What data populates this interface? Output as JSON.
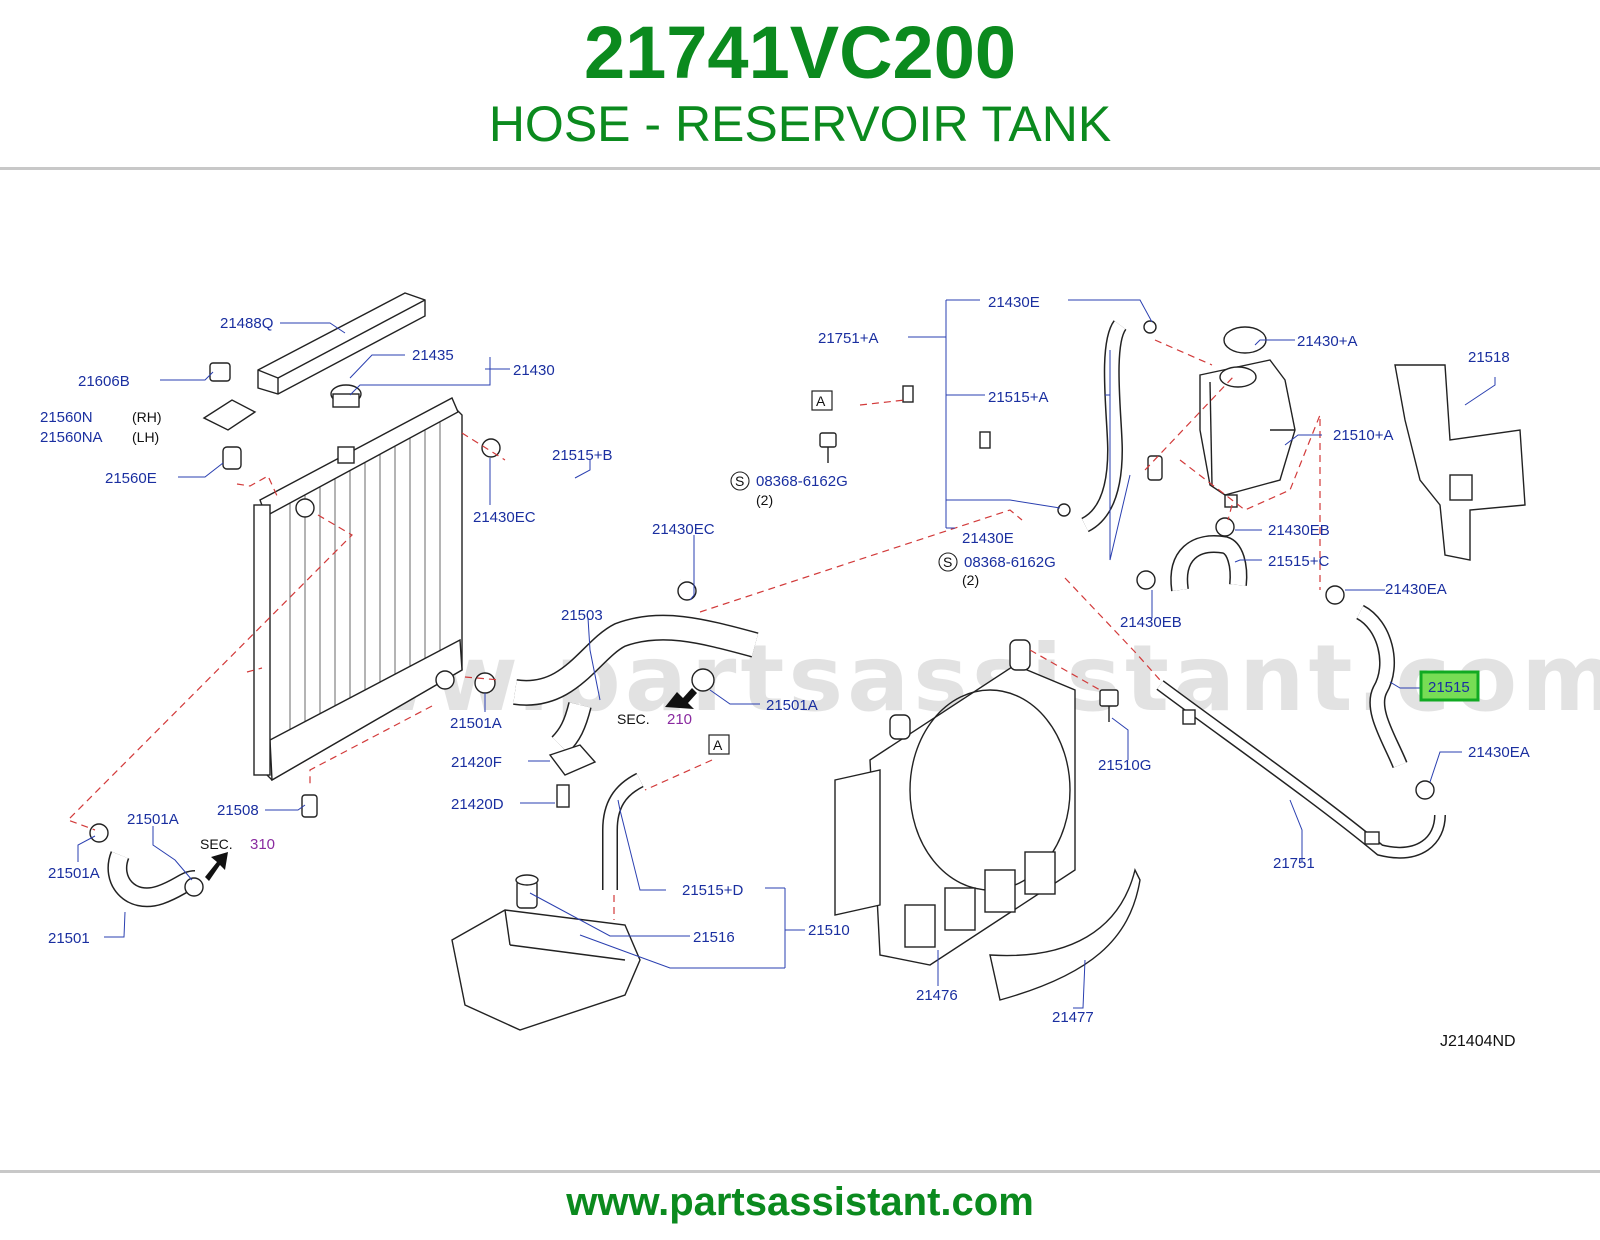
{
  "header": {
    "part_number": "21741VC200",
    "part_name": "HOSE - RESERVOIR TANK"
  },
  "footer": {
    "site": "www.partsassistant.com"
  },
  "diagram": {
    "watermark": "www.partsassistant.com",
    "code": "J21404ND",
    "highlighted_part": "21515",
    "colors": {
      "brand": "#0b8a1e",
      "label": "#1a2fa0",
      "leader_dash": "#d23a3a",
      "section_ref": "#8a2aa0",
      "highlight_fill": "#77dd55"
    },
    "labels": {
      "l21488Q": "21488Q",
      "l21435": "21435",
      "l21430": "21430",
      "l21606B": "21606B",
      "l21560N": "21560N",
      "l21560NA": "21560NA",
      "rh": "(RH)",
      "lh": "(LH)",
      "l21560E": "21560E",
      "l21515B": "21515+B",
      "l21430EC_a": "21430EC",
      "l21430EC_b": "21430EC",
      "l21503": "21503",
      "sec210": "SEC.",
      "n210": "210",
      "l21501A_a": "21501A",
      "l21501A_b": "21501A",
      "l21501A_c": "21501A",
      "l21501A_d": "21501A",
      "l21420F": "21420F",
      "l21420D": "21420D",
      "l21508": "21508",
      "sec310": "SEC.",
      "n310": "310",
      "l21501": "21501",
      "l21515D": "21515+D",
      "l21516": "21516",
      "l21510": "21510",
      "l21430E_a": "21430E",
      "l21751A": "21751+A",
      "l21515A": "21515+A",
      "boxA": "A",
      "boxA2": "A",
      "s1": "S",
      "bolt1": "08368-6162G",
      "q1": "(2)",
      "l21430E_b": "21430E",
      "s2": "S",
      "bolt2": "08368-6162G",
      "q2": "(2)",
      "l21430A": "21430+A",
      "l21510A": "21510+A",
      "l21430EB_a": "21430EB",
      "l21515C": "21515+C",
      "l21430EB_b": "21430EB",
      "l21518": "21518",
      "l21430EA_a": "21430EA",
      "l21515": "21515",
      "l21430EA_b": "21430EA",
      "l21751": "21751",
      "l21510G": "21510G",
      "l21476": "21476",
      "l21477": "21477"
    }
  }
}
